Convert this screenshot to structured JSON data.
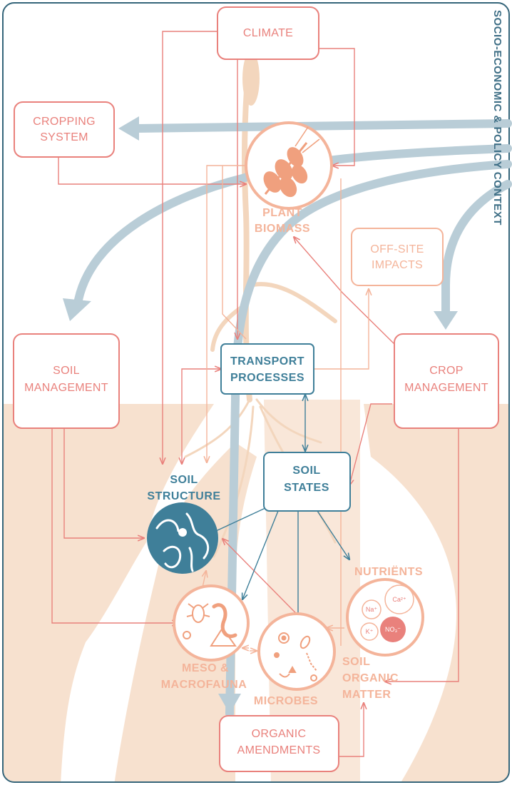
{
  "colors": {
    "coral": "#e9817c",
    "peach": "#f4b49a",
    "soil": "#f7e1cf",
    "teal": "#3f7f99",
    "steel": "#b9cdd7",
    "border": "#35657a"
  },
  "context_label": "SOCIO-ECONOMIC & POLICY CONTEXT",
  "nodes": {
    "climate": "CLIMATE",
    "cropping_system": [
      "CROPPING",
      "SYSTEM"
    ],
    "plant_biomass": [
      "PLANT",
      "BIOMASS"
    ],
    "off_site_impacts": [
      "OFF-SITE",
      "IMPACTS"
    ],
    "soil_management": [
      "SOIL",
      "MANAGEMENT"
    ],
    "transport_processes": [
      "TRANSPORT",
      "PROCESSES"
    ],
    "crop_management": [
      "CROP",
      "MANAGEMENT"
    ],
    "soil_states": [
      "SOIL",
      "STATES"
    ],
    "soil_structure": [
      "SOIL",
      "STRUCTURE"
    ],
    "nutrients": "NUTRIËNTS",
    "meso_macrofauna": [
      "MESO &",
      "MACROFAUNA"
    ],
    "microbes": "MICROBES",
    "soil_organic_matter": [
      "SOIL",
      "ORGANIC",
      "MATTER"
    ],
    "organic_amendments": [
      "ORGANIC",
      "AMENDMENTS"
    ]
  },
  "nutrient_ions": {
    "calcium": "Ca²⁺",
    "sodium": "Na⁺",
    "potassium": "K⁺",
    "nitrate": "NO₃⁻"
  },
  "icons": [
    "wheat-icon",
    "soil-pore-icon",
    "fauna-icon",
    "microbe-icon"
  ]
}
